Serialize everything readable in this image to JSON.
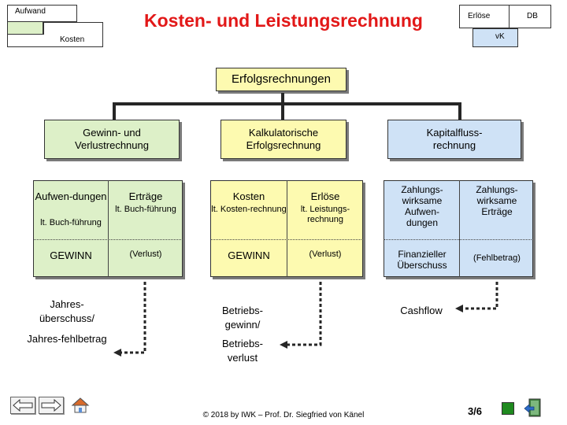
{
  "header": {
    "title": "Kosten- und Leistungsrechnung",
    "aufwand": "Aufwand",
    "kosten": "Kosten",
    "erloese": "Erlöse",
    "db": "DB",
    "vk": "vK"
  },
  "root": {
    "label": "Erfolgsrechnungen"
  },
  "columns": {
    "guv": {
      "title": "Gewinn- und Verlustrechnung",
      "left_main": "Aufwen-dungen",
      "left_sub": "lt. Buch-führung",
      "right_main": "Erträge",
      "right_sub": "lt. Buch-führung",
      "result_left": "GEWINN",
      "result_right": "(Verlust)",
      "outcome1": "Jahres-überschuss/",
      "outcome2": "Jahres-fehlbetrag"
    },
    "kalk": {
      "title": "Kalkulatorische Erfolgsrechnung",
      "left_main": "Kosten",
      "left_sub": "lt. Kosten-rechnung",
      "right_main": "Erlöse",
      "right_sub": "lt. Leistungs-rechnung",
      "result_left": "GEWINN",
      "result_right": "(Verlust)",
      "outcome1": "Betriebs-gewinn/",
      "outcome2": "Betriebs-verlust"
    },
    "kapital": {
      "title": "Kapitalfluss-rechnung",
      "left_main": "Zahlungs-wirksame Aufwen-dungen",
      "right_main": "Zahlungs-wirksame Erträge",
      "result_left": "Finanzieller Überschuss",
      "result_right": "(Fehlbetrag)",
      "outcome1": "Cashflow"
    }
  },
  "footer": {
    "copyright": "© 2018 by IWK – Prof. Dr. Siegfried von Känel",
    "page": "3/6"
  }
}
